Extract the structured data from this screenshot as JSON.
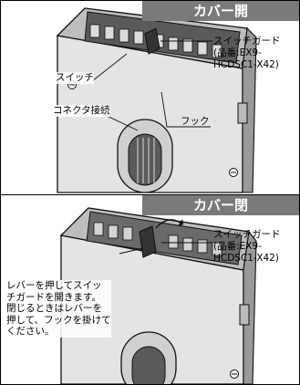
{
  "panels": [
    {
      "title": "カバー開",
      "labels": {
        "switch_guard": "スイッチガード",
        "part_no": "(品番:EX9-\nHCDSC1-X42)",
        "switch": "スイッチ",
        "connector": "コネクタ接続",
        "hook": "フック"
      }
    },
    {
      "title": "カバー閉",
      "labels": {
        "switch_guard": "スイッチガード",
        "part_no": "(品番:EX9-\nHCDSC1-X42)",
        "instruction": "レバーを押してスイッ\nチガードを開きます。\n閉じるときはレバーを\n押して、フックを掛けて\nください。"
      }
    }
  ],
  "colors": {
    "header_bg": "#7a7a7a",
    "body": "#e2e2e2",
    "body_dark": "#4a4a4a",
    "outline": "#111111"
  }
}
